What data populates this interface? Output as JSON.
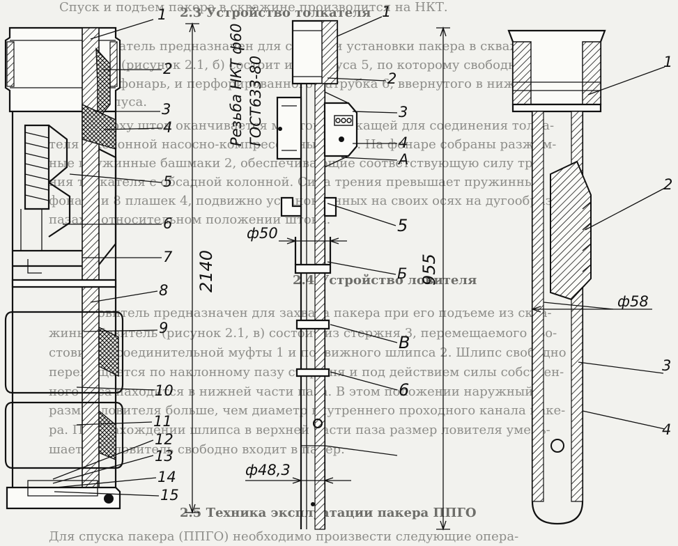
{
  "background_text": [
    "Спуск и подъем пакера в скважине производится на НКТ.",
    "2.3 Устройство толкателя",
    "Толкатель предназначен для спуска и установки пакера в скважине.",
    "Толкатель (рисунок 2.1, б) состоит из корпуса 5, по которому свободно пере-",
    "мещается фонарь, и перфорированного патрубка 6, ввернутого в нижнюю",
    "часть корпуса.",
    "Сверху шток оканчивается муфтой, служащей для соединения толка-",
    "теля с колонной насосно-компрессорных труб. На фонаре собраны разжим-",
    "ные пружинные башмаки 2, обеспечивающие соответствующую силу тре-",
    "ния толкателя с обсадной колонной. Сила трения превышает пружинный",
    "фонарь и 8 плашек 4, подвижно установленных на своих осях на дугообразных",
    "пазах в относительном положении штока.",
    "2.4 Устройство ловителя",
    "Ловитель предназначен для захвата пакера при его подъеме из сква-",
    "жины. Ловитель (рисунок 2.1, в) состоит из стержня 3, перемещаемого хво-",
    "стовика с соединительной муфты 1 и подвижного шлипса 2. Шлипс свободно",
    "перемещается по наклонному пазу стержня и под действием силы собствен-",
    "ного веса находится в нижней части паза. В этом положении наружный",
    "размер ловителя больше, чем диаметр внутреннего проходного канала паке-",
    "ра. При нахождении шлипса в верхней части паза размер ловителя умень-",
    "шается и ловитель свободно входит в пакер.",
    "2.5 Техника эксплуатации пакера ППГО",
    "Для спуска пакера (ППГО) необходимо произвести следующие опера-"
  ],
  "labels": {
    "packer": [
      "1",
      "2",
      "3",
      "4",
      "5",
      "6",
      "7",
      "8",
      "9",
      "10",
      "11",
      "12",
      "13",
      "14",
      "15"
    ],
    "pusher": [
      "1",
      "2",
      "3",
      "4",
      "A",
      "5",
      "Б",
      "В",
      "6"
    ],
    "catcher": [
      "1",
      "2",
      "3",
      "4"
    ]
  },
  "dimensions": {
    "packer_length": "2140",
    "thread": "Резьба НКТ ф60",
    "gost": "ГОСТ633-80",
    "pusher_dia": "ф50",
    "pusher_bottom_dia": "ф48,3",
    "catcher_length": "955",
    "catcher_dia": "ф58"
  }
}
